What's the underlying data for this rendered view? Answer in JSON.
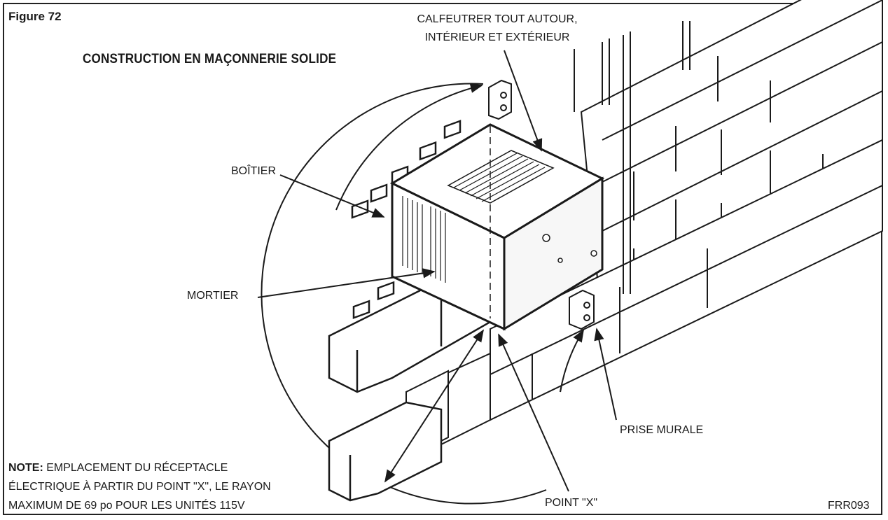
{
  "figure_label": "Figure 72",
  "title": "CONSTRUCTION EN MAÇONNERIE SOLIDE",
  "labels": {
    "calfeutrer_line1": "CALFEUTRER TOUT AUTOUR,",
    "calfeutrer_line2": "INTÉRIEUR ET EXTÉRIEUR",
    "boitier": "BOÎTIER",
    "mortier": "MORTIER",
    "prise_murale": "PRISE MURALE",
    "point_x": "POINT \"X\""
  },
  "note": {
    "prefix": "NOTE:",
    "line1": " EMPLACEMENT DU RÉCEPTACLE",
    "line2": "ÉLECTRIQUE À PARTIR DU POINT \"X\", LE RAYON",
    "line3": "MAXIMUM DE 69 po POUR LES UNITÉS 115V"
  },
  "code": "FRR093",
  "colors": {
    "line": "#1a1a1a",
    "fill": "#ffffff",
    "shade": "#d9d9d9"
  }
}
